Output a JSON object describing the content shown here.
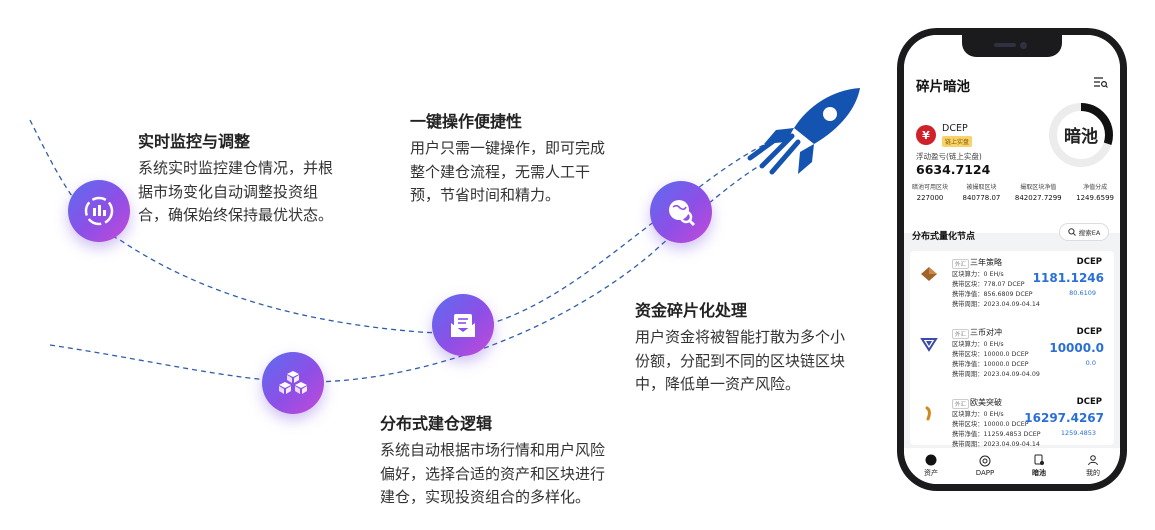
{
  "features": [
    {
      "id": "monitor",
      "title": "实时监控与调整",
      "lines": [
        "系统实时监控建仓情况，并根",
        "据市场变化自动调整投资组",
        "合，确保始终保持最优状态。"
      ]
    },
    {
      "id": "one_click",
      "title": "一键操作便捷性",
      "lines": [
        "用户只需一键操作，即可完成",
        "整个建仓流程，无需人工干",
        "预，节省时间和精力。"
      ]
    },
    {
      "id": "fragment",
      "title": "资金碎片化处理",
      "lines": [
        "用户资金将被智能打散为多个小",
        "份额，分配到不同的区块链区块",
        "中，降低单一资产风险。"
      ]
    },
    {
      "id": "distributed",
      "title": "分布式建仓逻辑",
      "lines": [
        "系统自动根据市场行情和用户风险",
        "偏好，选择合适的资产和区块进行",
        "建仓，实现投资组合的多样化。"
      ]
    }
  ],
  "app": {
    "title": "碎片暗池",
    "asset": {
      "name": "DCEP",
      "chain_tag": "链上实盘",
      "float_label": "浮动盈亏(链上实盘)",
      "float_value": "6634.7124"
    },
    "ring_label": "暗池",
    "ring_progress": 0.3,
    "stats": [
      {
        "label": "暗池可用区块",
        "value": "227000"
      },
      {
        "label": "被撮取区块",
        "value": "840778.07"
      },
      {
        "label": "撮取区块净值",
        "value": "842027.7299"
      },
      {
        "label": "净值分成",
        "value": "1249.6599"
      }
    ],
    "section_title": "分布式量化节点",
    "search_label": "搜索EA",
    "nodes": [
      {
        "tag": "外汇",
        "name": "三年策略",
        "currency": "DCEP",
        "value": "1181.1246",
        "sub": "80.6109",
        "power": "区块算力：0 EH/s",
        "carry": "携带区块：778.07 DCEP",
        "net": "携带净值：856.6809 DCEP",
        "period": "携带周期：2023.04.09-04.14"
      },
      {
        "tag": "外汇",
        "name": "三币对冲",
        "currency": "DCEP",
        "value": "10000.0",
        "sub": "0.0",
        "power": "区块算力：0 EH/s",
        "carry": "携带区块：10000.0 DCEP",
        "net": "携带净值：10000.0 DCEP",
        "period": "携带周期：2023.04.09-04.09"
      },
      {
        "tag": "外汇",
        "name": "欧美突破",
        "currency": "DCEP",
        "value": "16297.4267",
        "sub": "1259.4853",
        "power": "区块算力：0 EH/s",
        "carry": "携带区块：10000.0 DCEP",
        "net": "携带净值：11259.4853 DCEP",
        "period": "携带周期：2023.04.09-04.14"
      }
    ],
    "tabs": [
      {
        "label": "资产",
        "icon": "asset-icon"
      },
      {
        "label": "DAPP",
        "icon": "dapp-icon"
      },
      {
        "label": "暗池",
        "icon": "pool-icon",
        "active": true
      },
      {
        "label": "我的",
        "icon": "user-icon"
      }
    ]
  },
  "colors": {
    "accent_blue": "#2a6fd6",
    "rocket": "#1553b0",
    "node_gradient_start": "#5b6cf0",
    "node_gradient_end": "#c44ad8",
    "coin_red": "#d0202a"
  }
}
